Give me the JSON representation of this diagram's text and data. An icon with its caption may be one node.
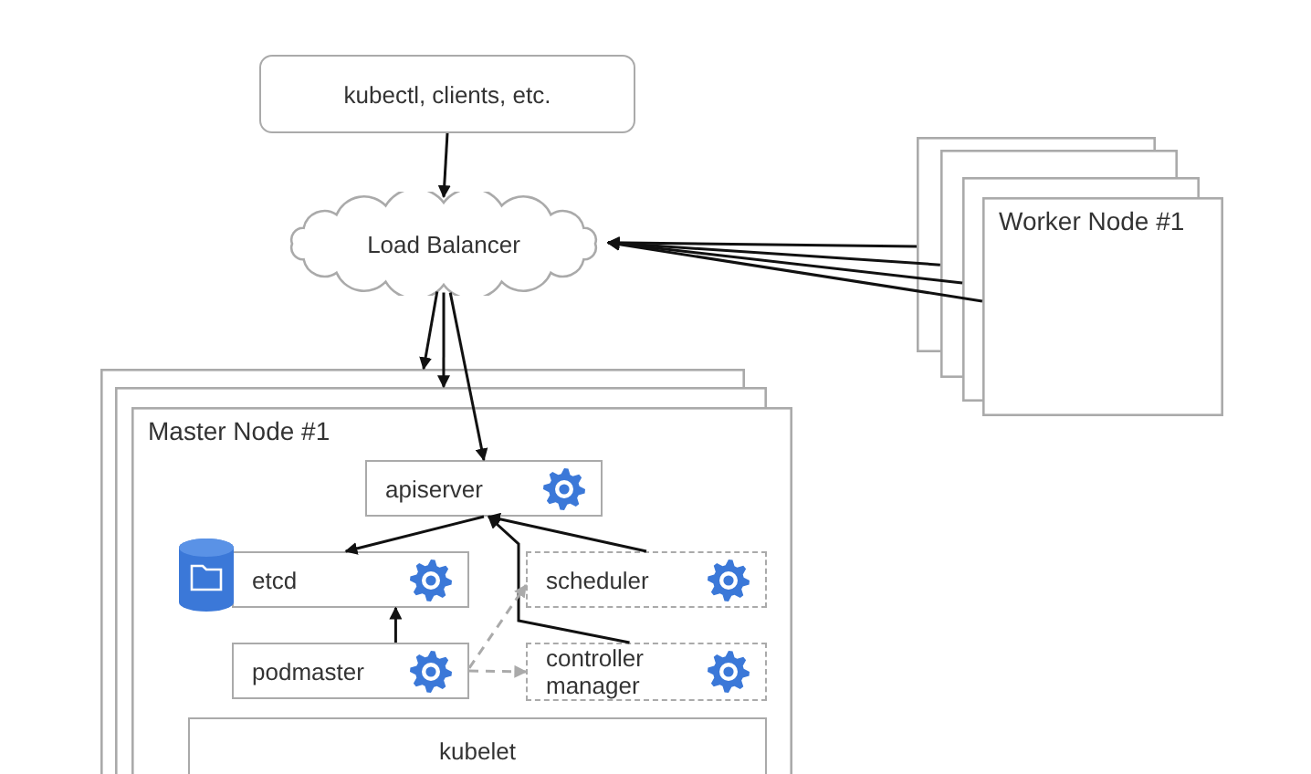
{
  "diagram": {
    "nodes": [
      {
        "text": [
          "kubectl, clients, etc."
        ]
      },
      {
        "text": [
          "Load Balancer"
        ]
      },
      {
        "text": [
          "Worker Node #1"
        ]
      },
      {
        "text": [
          "Master Node #1"
        ]
      },
      {
        "text": [
          "apiserver"
        ],
        "in": 3
      },
      {
        "text": [
          "etcd"
        ],
        "in": 3
      },
      {
        "text": [
          "scheduler"
        ],
        "in": 3
      },
      {
        "text": [
          "podmaster"
        ],
        "in": 3
      },
      {
        "text": [
          "controller manager"
        ],
        "in": 3
      },
      {
        "text": [
          "kubelet"
        ],
        "in": 3
      }
    ],
    "edges": [
      {
        "from": 0,
        "to": 1,
        "arrow": "to"
      },
      {
        "from": 2,
        "to": 1,
        "arrow": "to"
      },
      {
        "from": 2,
        "to": 1,
        "arrow": "to"
      },
      {
        "from": 2,
        "to": 1,
        "arrow": "to"
      },
      {
        "from": 2,
        "to": 1,
        "arrow": "to"
      },
      {
        "from": 1,
        "to": 3,
        "arrow": "to"
      },
      {
        "from": 1,
        "to": 3,
        "arrow": "to"
      },
      {
        "from": 1,
        "to": 4,
        "arrow": "to"
      },
      {
        "from": 4,
        "to": 5,
        "arrow": "to"
      },
      {
        "from": 6,
        "to": 4,
        "arrow": "to"
      },
      {
        "from": 8,
        "to": 4,
        "arrow": "to"
      },
      {
        "from": 7,
        "to": 5,
        "arrow": "to"
      },
      {
        "from": 7,
        "to": 6,
        "arrow": "to",
        "style": "dashed",
        "color": "#aaaaaa"
      },
      {
        "from": 7,
        "to": 8,
        "arrow": "to",
        "style": "dashed",
        "color": "#aaaaaa"
      }
    ]
  }
}
